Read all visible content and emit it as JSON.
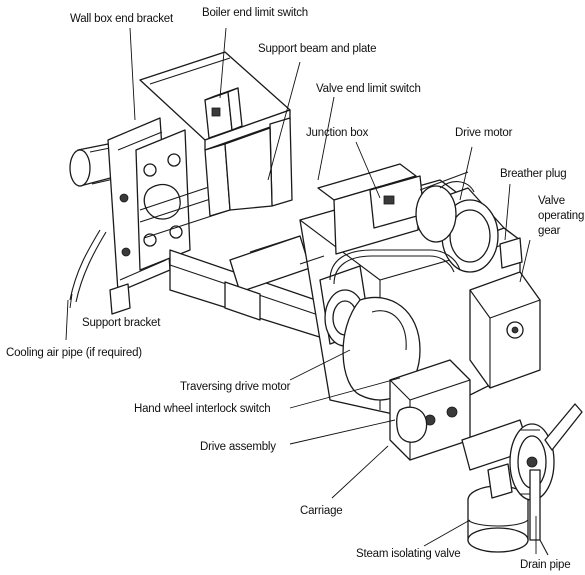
{
  "labels": {
    "wall_box_end_bracket": "Wall box end bracket",
    "boiler_end_limit_switch": "Boiler end limit switch",
    "support_beam_and_plate": "Support beam and plate",
    "valve_end_limit_switch": "Valve end limit switch",
    "junction_box": "Junction box",
    "drive_motor": "Drive motor",
    "breather_plug": "Breather plug",
    "valve_operating_gear_line1": "Valve",
    "valve_operating_gear_line2": "operating",
    "valve_operating_gear_line3": "gear",
    "support_bracket": "Support bracket",
    "cooling_air_pipe": "Cooling air pipe (if required)",
    "traversing_drive_motor": "Traversing drive motor",
    "hand_wheel_interlock_switch": "Hand wheel interlock switch",
    "drive_assembly": "Drive assembly",
    "carriage": "Carriage",
    "steam_isolating_valve": "Steam isolating valve",
    "drain_pipe": "Drain pipe"
  }
}
